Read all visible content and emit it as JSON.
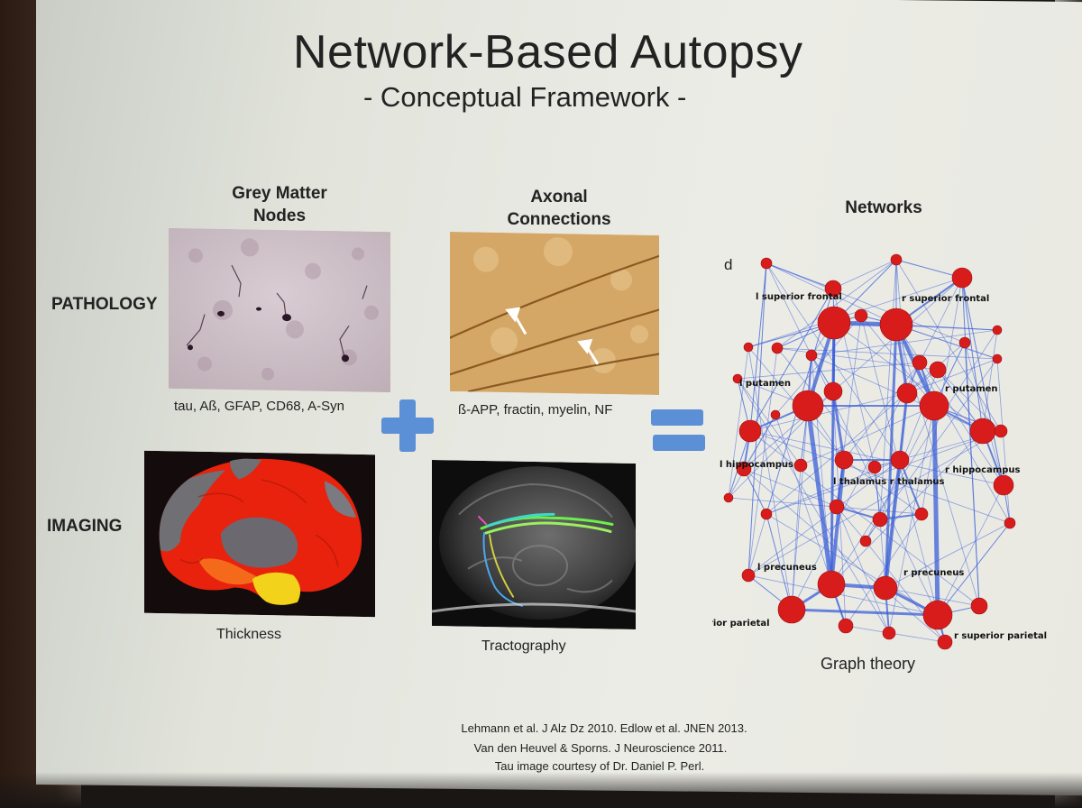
{
  "title": "Network-Based Autopsy",
  "subtitle": "- Conceptual Framework -",
  "columns": {
    "grey_matter_line1": "Grey Matter",
    "grey_matter_line2": "Nodes",
    "axonal_line1": "Axonal",
    "axonal_line2": "Connections",
    "networks": "Networks"
  },
  "rows": {
    "pathology": "PATHOLOGY",
    "imaging": "IMAGING"
  },
  "captions": {
    "grey_matter_markers": "tau, Aß, GFAP, CD68, A-Syn",
    "axonal_markers": "ß-APP, fractin, myelin, NF",
    "thickness": "Thickness",
    "tractography": "Tractography",
    "graph_theory": "Graph theory"
  },
  "network": {
    "panel_label": "d",
    "labels": {
      "l_superior_frontal": "l superior frontal",
      "r_superior_frontal": "r superior frontal",
      "l_putamen": "l putamen",
      "r_putamen": "r putamen",
      "l_hippocampus": "l hippocampus",
      "r_hippocampus": "r hippocampus",
      "thalamus": "l thalamus r thalamus",
      "l_precuneus": "l precuneus",
      "r_precuneus": "r precuneus",
      "l_superior_parietal": "l superior parietal",
      "r_superior_parietal": "r superior parietal"
    }
  },
  "references": {
    "line1": "Lehmann et al. J Alz Dz 2010. Edlow et al. JNEN 2013.",
    "line2": "Van den Heuvel & Sporns. J Neuroscience 2011.",
    "line3": "Tau image courtesy of Dr. Daniel P. Perl."
  },
  "colors": {
    "node": "#d81c1c",
    "edge": "#3a5fd8",
    "operator": "#5b8fd6",
    "cortex_red": "#e8220c",
    "cortex_yellow": "#f2d21a"
  }
}
